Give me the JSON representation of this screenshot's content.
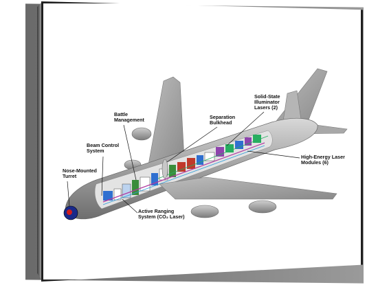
{
  "labels": {
    "nose_turret": [
      "Nose-Mounted",
      "Turret"
    ],
    "beam_control": [
      "Beam Control",
      "System"
    ],
    "battle_mgmt": [
      "Battle",
      "Management"
    ],
    "separation": [
      "Separation",
      "Bulkhead"
    ],
    "illuminator": [
      "Solid-State",
      "Illuminator",
      "Lasers (2)"
    ],
    "hel_modules": [
      "High-Energy Laser",
      "Modules (6)"
    ],
    "active_ranging": [
      "Active Ranging",
      "System (CO₂ Laser)"
    ]
  },
  "colors": {
    "fuselage": "#9b9b9b",
    "wing": "#a4a4a4",
    "frame": "#202020",
    "turret": "#1a2a8a"
  }
}
